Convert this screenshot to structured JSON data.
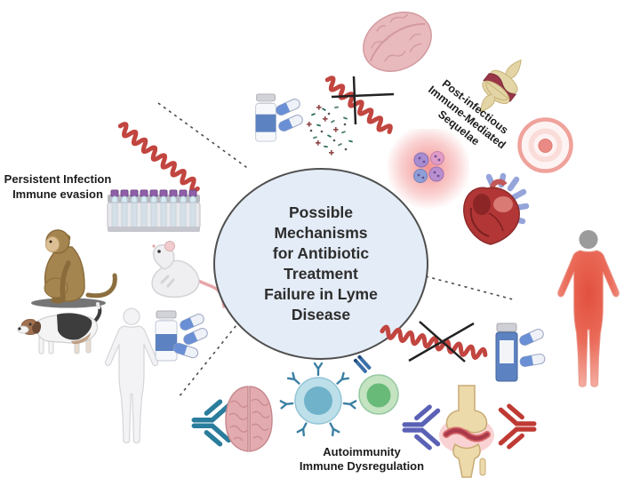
{
  "figure": {
    "center_circle": {
      "lines": [
        "Possible",
        "Mechanisms",
        "for Antibiotic",
        "Treatment",
        "Failure in Lyme",
        "Disease"
      ]
    },
    "sections": {
      "persistent_infection": {
        "label_lines": [
          "Persistent Infection",
          "Immune evasion"
        ],
        "icons": [
          "spirochete-icon",
          "test-tube-rack-icon",
          "monkey-icon",
          "rat-icon",
          "dog-icon",
          "human-silhouette-icon",
          "pill-bottle-icon",
          "capsule-icon"
        ]
      },
      "post_infectious": {
        "label_lines": [
          "Post-infectious",
          "Immune-Mediated",
          "Sequelae"
        ],
        "icons": [
          "pill-bottle-icon",
          "capsule-icon",
          "bacteria-fragments-icon",
          "crossed-out-spirochete-icon",
          "brain-icon",
          "inflamed-joint-icon",
          "erythema-migrans-rash-icon",
          "immune-cell-cluster-icon",
          "heart-icon",
          "human-body-inflamed-icon"
        ]
      },
      "autoimmunity": {
        "label_lines": [
          "Autoimmunity",
          "Immune Dysregulation"
        ],
        "icons": [
          "antibody-icon",
          "brain-icon",
          "b-cell-icon",
          "plasma-cell-icon",
          "crossed-out-spirochete-icon",
          "pill-bottle-icon",
          "capsule-icon",
          "inflamed-knee-icon"
        ]
      }
    },
    "colors": {
      "background": "#ffffff",
      "circle_fill": "#e4ecf7",
      "circle_border": "#4f4f4f",
      "text": "#1c1c1c",
      "spirochete_red": "#c2453f",
      "dashed_connector": "#4a4a4a",
      "antibody_teal": "#2a7d9c",
      "antibody_purple": "#5a61b5",
      "antibody_red": "#bf3a33",
      "capsule_blue": "#6b8fd4",
      "bottle_blue": "#5d82c1",
      "tube_cap_purple": "#8f5fa8",
      "b_cell_blue": "#bcdfe9",
      "plasma_cell_green": "#c4e3c1",
      "brain_pink": "#e8b9bd",
      "bone_tan": "#ecdaab",
      "heart_red": "#b23636",
      "body_red": "#e4503e"
    }
  }
}
